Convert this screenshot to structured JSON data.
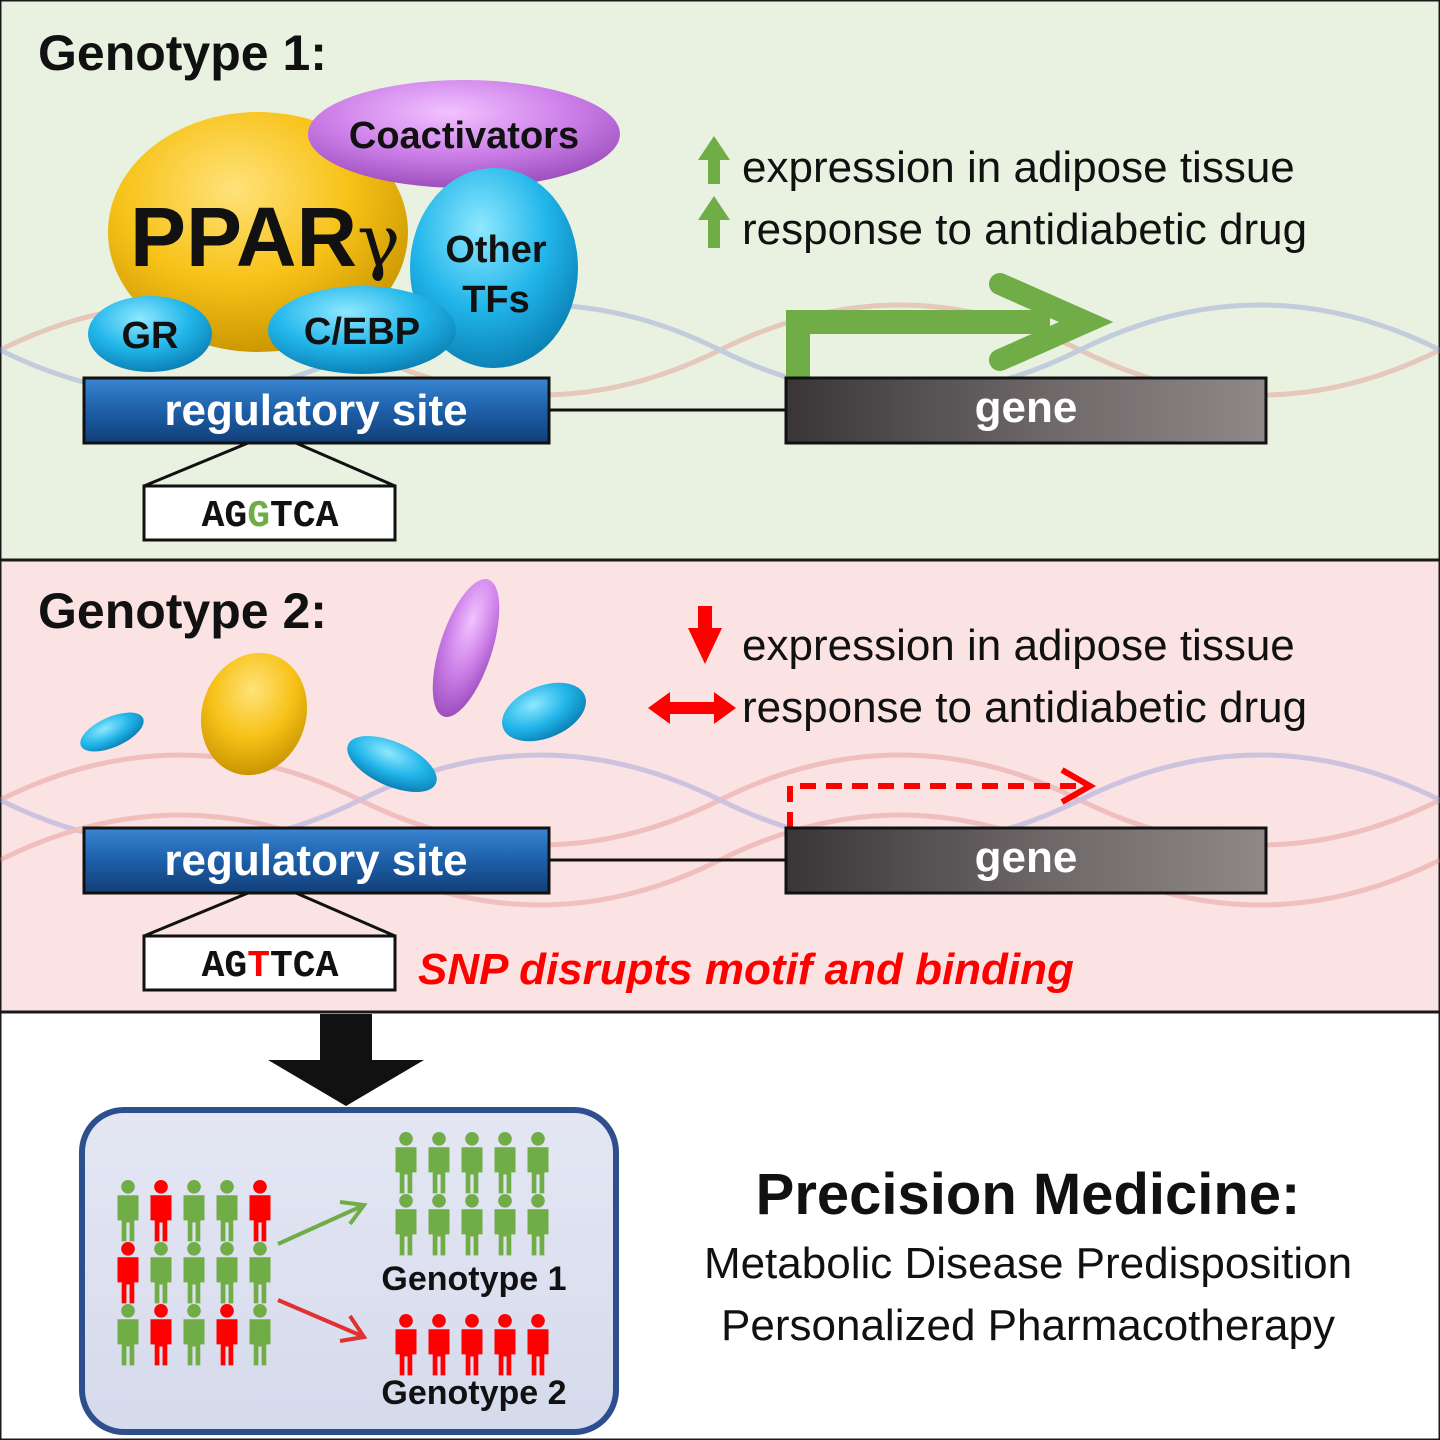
{
  "panel1": {
    "title": "Genotype 1:",
    "coactivators": "Coactivators",
    "ppar": "PPAR",
    "gamma": "γ",
    "other_tfs_line1": "Other",
    "other_tfs_line2": "TFs",
    "gr": "GR",
    "cebp": "C/EBP",
    "effect1": "expression in adipose tissue",
    "effect2": "response to antidiabetic drug",
    "regulatory_site": "regulatory site",
    "gene": "gene",
    "motif_a": "AG",
    "motif_b": "G",
    "motif_c": "TCA",
    "effect_icon_1": "up-arrow",
    "effect_icon_2": "up-arrow",
    "color": "#70ad47"
  },
  "panel2": {
    "title": "Genotype 2:",
    "effect1": "expression in adipose tissue",
    "effect2": "response to antidiabetic drug",
    "regulatory_site": "regulatory site",
    "gene": "gene",
    "motif_a": "AG",
    "motif_b": "T",
    "motif_c": "TCA",
    "snp_note": "SNP disrupts motif and binding",
    "effect_icon_1": "down-arrow",
    "effect_icon_2": "left-right-arrow",
    "color": "#ff0000"
  },
  "panel3": {
    "group1_label": "Genotype 1",
    "group2_label": "Genotype 2",
    "heading": "Precision Medicine:",
    "line1": "Metabolic Disease Predisposition",
    "line2": "Personalized Pharmacotherapy",
    "population_rows": [
      [
        "green",
        "red",
        "green",
        "green",
        "red"
      ],
      [
        "red",
        "green",
        "green",
        "green",
        "green"
      ],
      [
        "green",
        "red",
        "green",
        "red",
        "green"
      ]
    ],
    "group1_count": 10,
    "group2_count": 5
  }
}
